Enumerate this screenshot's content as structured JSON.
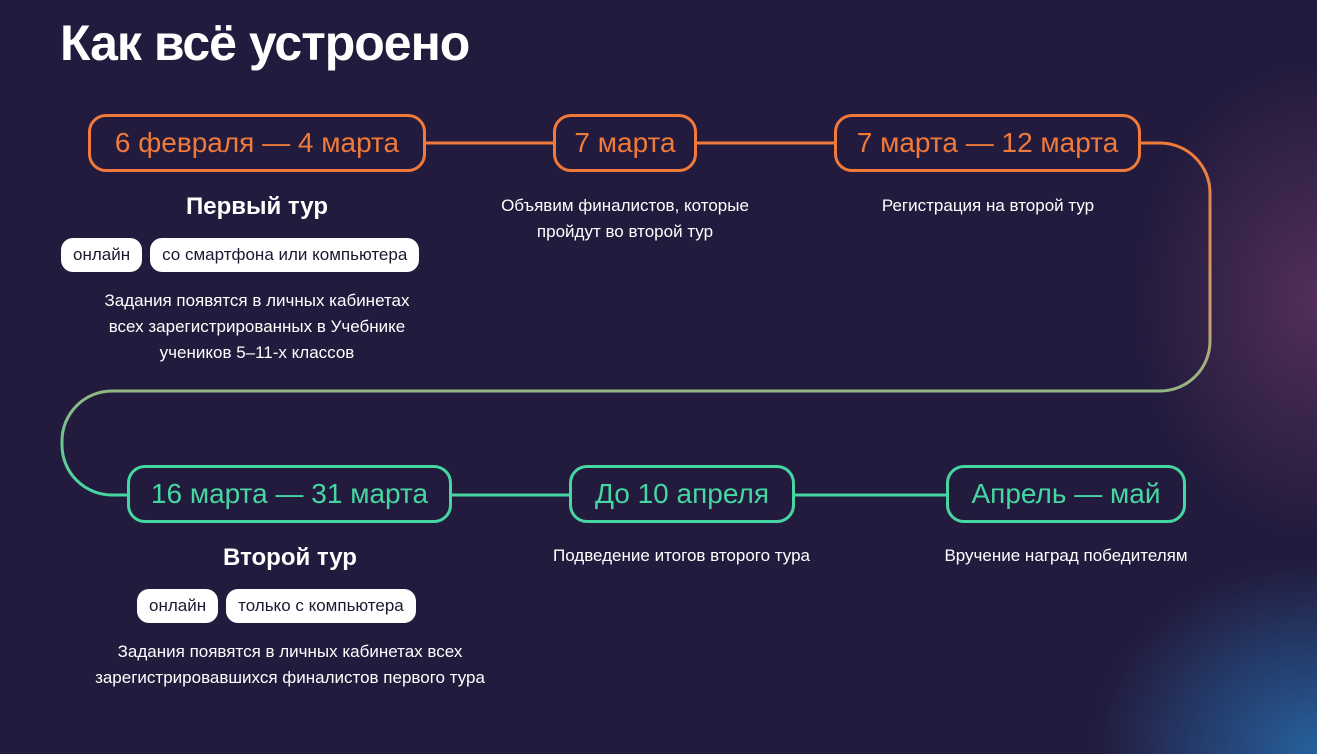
{
  "page": {
    "title": "Как всё устроено"
  },
  "colors": {
    "background": "#221b3d",
    "orange": "#f07a3a",
    "green": "#46d6a2",
    "tag_bg": "#ffffff"
  },
  "timeline": {
    "row1": [
      {
        "date": "6 февраля — 4 марта",
        "title": "Первый тур",
        "tags": [
          "онлайн",
          "со смартфона или компьютера"
        ],
        "description_lines": [
          "Задания появятся в личных кабинетах",
          "всех зарегистрированных в Учебнике",
          "учеников 5–11-х классов"
        ]
      },
      {
        "date": "7 марта",
        "description_lines": [
          "Объявим финалистов, которые",
          "пройдут во второй тур"
        ]
      },
      {
        "date": "7 марта — 12 марта",
        "description_lines": [
          "Регистрация на второй тур"
        ]
      }
    ],
    "row2": [
      {
        "date": "16 марта — 31 марта",
        "title": "Второй тур",
        "tags": [
          "онлайн",
          "только с компьютера"
        ],
        "description_lines": [
          "Задания появятся в личных кабинетах всех",
          "зарегистрировавшихся финалистов первого тура"
        ]
      },
      {
        "date": "До 10 апреля",
        "description_lines": [
          "Подведение итогов второго тура"
        ]
      },
      {
        "date": "Апрель — май",
        "description_lines": [
          "Вручение наград победителям"
        ]
      }
    ]
  }
}
